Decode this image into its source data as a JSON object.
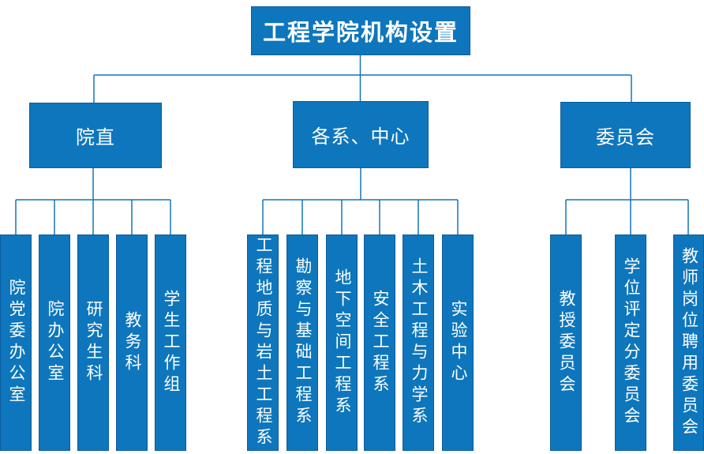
{
  "title": "工程学院机构设置",
  "colors": {
    "box_fill": "#0E76BC",
    "box_border": "#0A5C9D",
    "connector_line": "#1474BB",
    "text": "#FFFFFF",
    "background": "#FFFFFF"
  },
  "groups": [
    {
      "label": "院直",
      "children": [
        "院党委办公室",
        "院办公室",
        "研究生科",
        "教务科",
        "学生工作组"
      ]
    },
    {
      "label": "各系、中心",
      "children": [
        "工程地质与岩土工程系",
        "勘察与基础工程系",
        "地下空间工程系",
        "安全工程系",
        "土木工程与力学系",
        "实验中心"
      ]
    },
    {
      "label": "委员会",
      "children": [
        "教授委员会",
        "学位评定分委员会",
        "教师岗位聘用委员会"
      ]
    }
  ]
}
